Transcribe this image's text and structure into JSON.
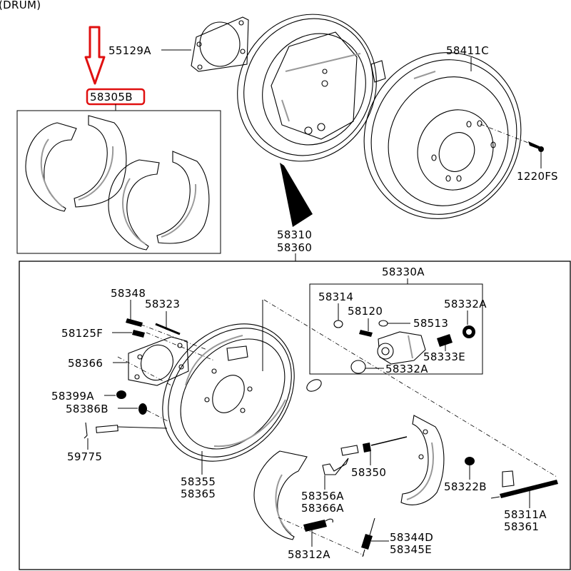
{
  "diagram": {
    "title": "(DRUM)",
    "highlight_color": "#e01010",
    "highlighted_part": "58305B",
    "labels": {
      "p55129A": "55129A",
      "p58305B": "58305B",
      "p58411C": "58411C",
      "p1220FS": "1220FS",
      "p58310": "58310",
      "p58360": "58360",
      "p58330A": "58330A",
      "p58348": "58348",
      "p58323": "58323",
      "p58125F": "58125F",
      "p58366": "58366",
      "p58399A": "58399A",
      "p58386B": "58386B",
      "p59775": "59775",
      "p58355": "58355",
      "p58365": "58365",
      "p58314": "58314",
      "p58120": "58120",
      "p58513": "58513",
      "p58332A_top": "58332A",
      "p58333E": "58333E",
      "p58332A_bottom": "58332A",
      "p58350": "58350",
      "p58356A": "58356A",
      "p58366A": "58366A",
      "p58312A": "58312A",
      "p58344D": "58344D",
      "p58345E": "58345E",
      "p58322B": "58322B",
      "p58311A": "58311A",
      "p58361": "58361"
    }
  }
}
